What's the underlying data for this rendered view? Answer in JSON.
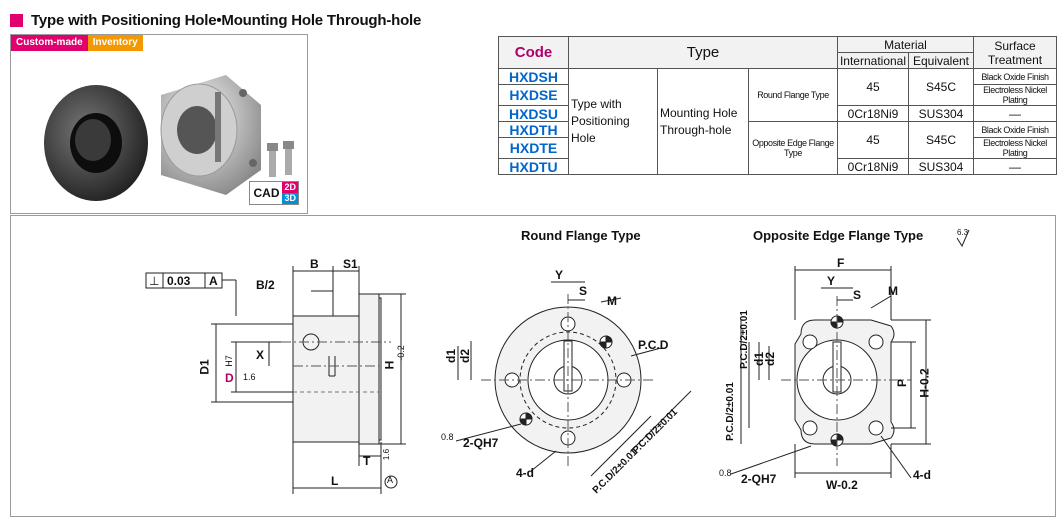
{
  "header": {
    "title": "Type with Positioning Hole•Mounting Hole Through-hole"
  },
  "badges": {
    "custom": "Custom-made",
    "inventory": "Inventory"
  },
  "cad": {
    "label": "CAD",
    "d2": "2D",
    "d3": "3D"
  },
  "table": {
    "h_code": "Code",
    "h_type": "Type",
    "h_material": "Material",
    "h_international": "International",
    "h_equivalent": "Equivalent",
    "h_surface": "Surface Treatment",
    "codes": [
      "HXDSH",
      "HXDSE",
      "HXDSU",
      "HXDTH",
      "HXDTE",
      "HXDTU"
    ],
    "type_a": "Type with\nPositioning Hole",
    "type_b": "Mounting Hole\nThrough-hole",
    "round": "Round Flange Type",
    "opposite": "Opposite Edge Flange Type",
    "mat_45": "45",
    "mat_s45c": "S45C",
    "mat_0cr": "0Cr18Ni9",
    "mat_sus": "SUS304",
    "black": "Black Oxide Finish",
    "nickel": "Electroless Nickel Plating",
    "dash": "—"
  },
  "drawing": {
    "round_title": "Round Flange Type",
    "opposite_title": "Opposite Edge Flange Type",
    "roughness_main": "6.3",
    "side": {
      "tol_sym": "⊥",
      "tol_val": "0.03",
      "tol_ref": "A",
      "B": "B",
      "S1": "S1",
      "B2": "B/2",
      "X": "X",
      "D1": "D1",
      "D": "D",
      "DH7": "H7",
      "rough": "1.6",
      "H": "H",
      "H_tol": "-0.2",
      "T": "T",
      "T_tol": "1.6",
      "L": "L",
      "A": "A"
    },
    "round": {
      "Y": "Y",
      "S": "S",
      "M": "M",
      "d1": "d1",
      "d2": "d2",
      "PCD": "P.C.D",
      "pcd2a": "P.C.D/2±0.01",
      "pcd2b": "P.C.D/2±0.01",
      "Q": "2-QH7",
      "rough": "0.8",
      "d4": "4-d"
    },
    "opp": {
      "F": "F",
      "Y": "Y",
      "S": "S",
      "M": "M",
      "d1": "d1",
      "d2": "d2",
      "pcdA": "P.C.D/2±0.01",
      "pcdB": "P.C.D/2±0.01",
      "P": "P",
      "H": "H-0.2",
      "W": "W-0.2",
      "Q": "2-QH7",
      "rough": "0.8",
      "d4": "4-d"
    }
  }
}
